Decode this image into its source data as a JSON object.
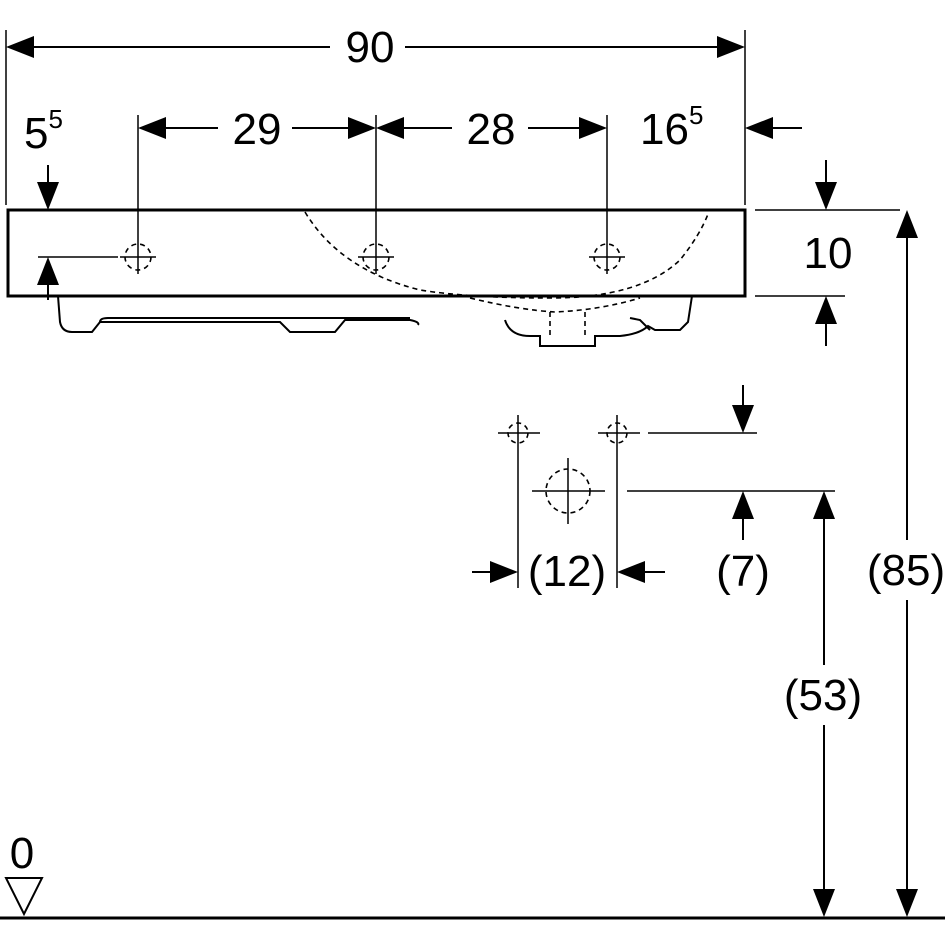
{
  "dimensions": {
    "overall_width": "90",
    "left_offset": {
      "base": "5",
      "sup": "5"
    },
    "hole_spacing_1": "29",
    "hole_spacing_2": "28",
    "right_offset": {
      "base": "16",
      "sup": "5"
    },
    "rim_thickness": "10",
    "connection_spacing": "(12)",
    "connection_vertical_offset": "(7)",
    "drain_height": "(53)",
    "rim_height": "(85)"
  },
  "floor_reference": "0"
}
